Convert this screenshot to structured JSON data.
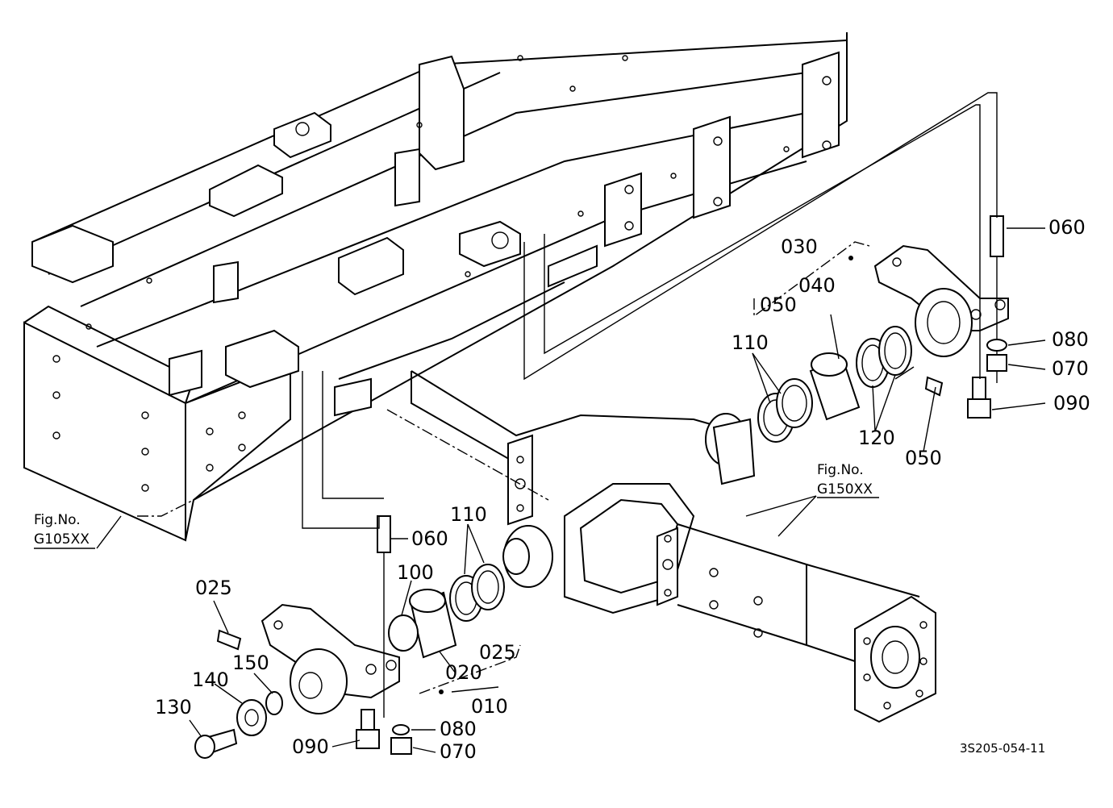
{
  "figure_refs": {
    "left": {
      "line1": "Fig.No.",
      "line2": "G105XX"
    },
    "right": {
      "line1": "Fig.No.",
      "line2": "G150XX"
    }
  },
  "reference_code": "3S205-054-11",
  "labels": {
    "p030": "030",
    "p040": "040",
    "p050_top": "050",
    "p110_top": "110",
    "p120": "120",
    "p050_right": "050",
    "p060_right": "060",
    "p080_right": "080",
    "p070_right": "070",
    "p090_right": "090",
    "p060_left": "060",
    "p110_left": "110",
    "p100": "100",
    "p025_top": "025",
    "p025_right": "025",
    "p020": "020",
    "p010": "010",
    "p140": "140",
    "p150": "150",
    "p130": "130",
    "p090_left": "090",
    "p080_left": "080",
    "p070_left": "070"
  }
}
